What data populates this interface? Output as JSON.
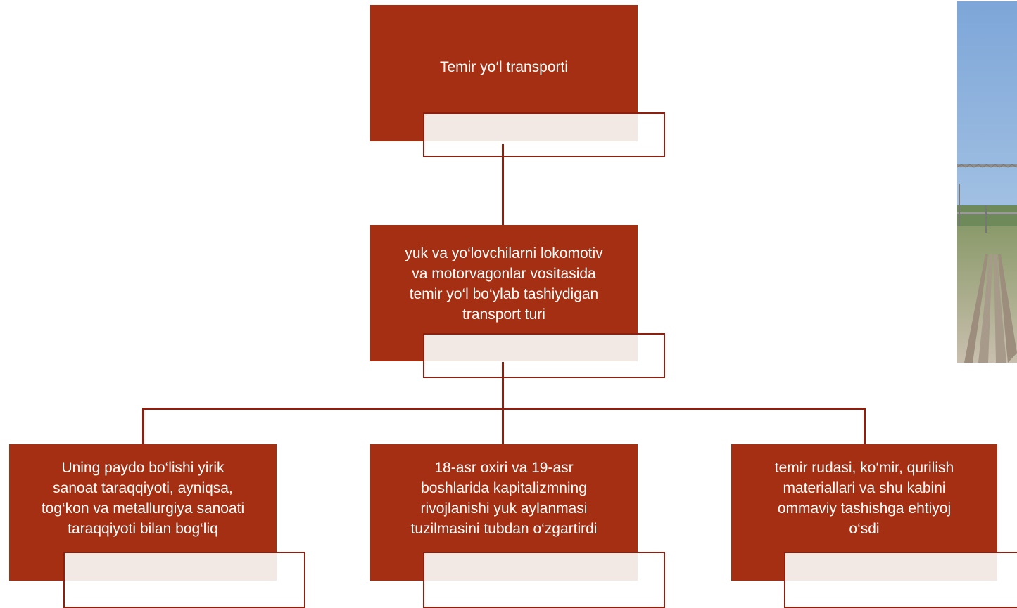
{
  "diagram": {
    "root": {
      "label": "Temir yo‘l transporti"
    },
    "definition": {
      "lines": [
        "yuk va yo‘lovchilarni lokomotiv",
        "va motorvagonlar vositasida",
        "temir yo‘l bo‘ylab tashiydigan",
        "transport turi"
      ]
    },
    "children": [
      {
        "lines": [
          "Uning paydo bo‘lishi yirik",
          "sanoat taraqqiyoti, ayniqsa,",
          "tog‘kon va metallurgiya sanoati",
          "taraqqiyoti bilan bog‘liq"
        ]
      },
      {
        "lines": [
          "18-asr oxiri va 19-asr",
          "boshlarida kapitalizmning",
          "rivojlanishi yuk aylanmasi",
          "tuzilmasini tubdan o‘zgartirdi"
        ]
      },
      {
        "lines": [
          "temir rudasi, ko‘mir, qurilish",
          "materiallari va shu kabini",
          "ommaviy tashishga ehtiyoj",
          "o‘sdi"
        ]
      }
    ]
  },
  "colors": {
    "box_fill": "#a52f12",
    "connector": "#8e1f0e",
    "tab_fill": "#f2e8e4",
    "text": "#ffffff"
  },
  "decor": {
    "photo_icon": "railway-photo-icon"
  }
}
